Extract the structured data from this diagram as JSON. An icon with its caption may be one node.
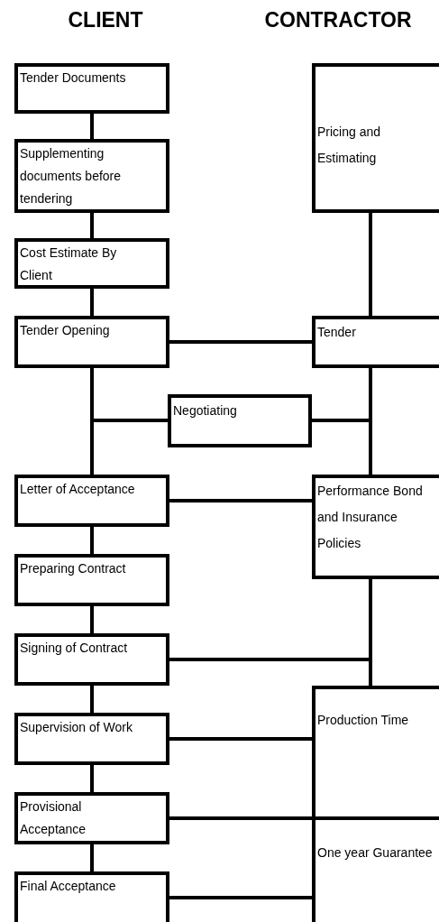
{
  "diagram": {
    "nodes": [
      {
        "text": [
          "Tender Documents"
        ]
      },
      {
        "text": [
          "Pricing and Estimating"
        ]
      },
      {
        "text": [
          "Supplementing documents before tendering"
        ]
      },
      {
        "text": [
          "Cost Estimate By Client"
        ]
      },
      {
        "text": [
          "Tender Opening"
        ]
      },
      {
        "text": [
          "Tender"
        ]
      },
      {
        "text": [
          "Negotiating"
        ]
      },
      {
        "text": [
          "Letter of Acceptance"
        ]
      },
      {
        "text": [
          "Performance Bond and Insurance Policies"
        ]
      },
      {
        "text": [
          "Preparing Contract"
        ]
      },
      {
        "text": [
          "Signing of Contract"
        ]
      },
      {
        "text": [
          "Supervision of Work"
        ]
      },
      {
        "text": [
          "Production Time"
        ]
      },
      {
        "text": [
          "Provisional Acceptance"
        ]
      },
      {
        "text": [
          "One year Guarantee"
        ]
      },
      {
        "text": [
          "Final Acceptance"
        ]
      }
    ],
    "edges": [
      {
        "from": 0,
        "to": 2,
        "arrow": "none"
      },
      {
        "from": 2,
        "to": 3,
        "arrow": "none"
      },
      {
        "from": 3,
        "to": 4,
        "arrow": "none"
      },
      {
        "from": 1,
        "to": 5,
        "arrow": "none"
      },
      {
        "from": 4,
        "to": 5,
        "arrow": "none"
      },
      {
        "from": 4,
        "to": 7,
        "arrow": "none"
      },
      {
        "from": 4,
        "to": 6,
        "arrow": "none"
      },
      {
        "from": 6,
        "to": 5,
        "arrow": "none"
      },
      {
        "from": 5,
        "to": 8,
        "arrow": "none"
      },
      {
        "from": 7,
        "to": 8,
        "arrow": "none"
      },
      {
        "from": 7,
        "to": 9,
        "arrow": "none"
      },
      {
        "from": 9,
        "to": 10,
        "arrow": "none"
      },
      {
        "from": 8,
        "to": 12,
        "arrow": "none"
      },
      {
        "from": 10,
        "to": 12,
        "arrow": "none"
      },
      {
        "from": 10,
        "to": 11,
        "arrow": "none"
      },
      {
        "from": 11,
        "to": 12,
        "arrow": "none"
      },
      {
        "from": 11,
        "to": 13,
        "arrow": "none"
      },
      {
        "from": 13,
        "to": 14,
        "arrow": "none"
      },
      {
        "from": 13,
        "to": 15,
        "arrow": "none"
      },
      {
        "from": 15,
        "to": 14,
        "arrow": "none"
      }
    ],
    "labels": [
      "CLIENT",
      "CONTRACTOR"
    ]
  }
}
